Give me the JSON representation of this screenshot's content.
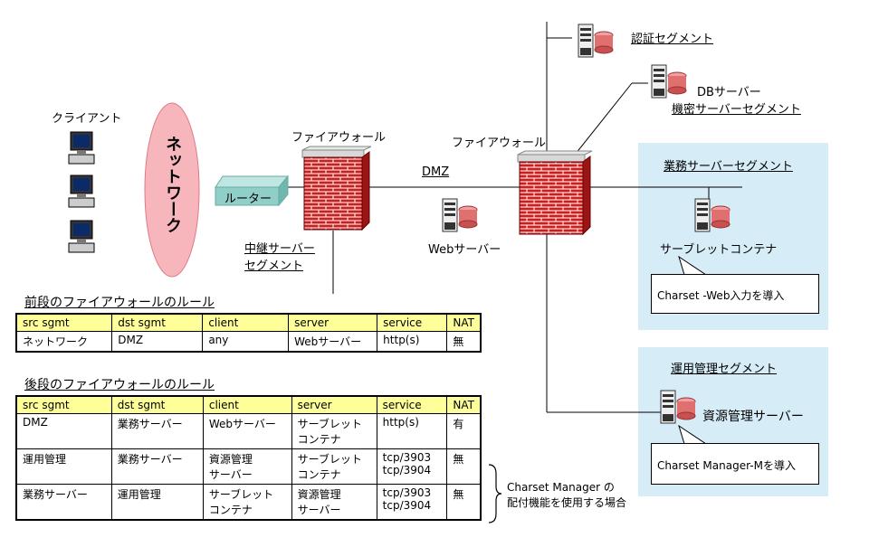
{
  "labels": {
    "client": "クライアント",
    "network": "ネットワーク",
    "router": "ルーター",
    "firewall1": "ファイアウォール",
    "firewall2": "ファイアウォール",
    "dmz": "DMZ",
    "relay_line1": "中継サーバー",
    "relay_line2": "セグメント",
    "web_server": "Webサーバー",
    "auth_segment": "認証セグメント",
    "db_line1": "DBサーバー",
    "db_line2": "機密サーバーセグメント",
    "business_segment": "業務サーバーセグメント",
    "servlet_container": "サーブレットコンテナ",
    "callout1": "Charset -Web入力を導入",
    "ops_segment": "運用管理セグメント",
    "resource_server": "資源管理サーバー",
    "callout2": "Charset Manager-Mを導入",
    "note_line1": "Charset Manager の",
    "note_line2": "配付機能を使用する場合"
  },
  "front_rules": {
    "title": "前段のファイアウォールのルール",
    "headers": [
      "src sgmt",
      "dst sgmt",
      "client",
      "server",
      "service",
      "NAT"
    ],
    "rows": [
      [
        "ネットワーク",
        "DMZ",
        "any",
        "Webサーバー",
        "http(s)",
        "無"
      ]
    ]
  },
  "back_rules": {
    "title": "後段のファイアウォールのルール",
    "headers": [
      "src sgmt",
      "dst sgmt",
      "client",
      "server",
      "service",
      "NAT"
    ],
    "rows": [
      [
        "DMZ",
        "業務サーバー",
        "Webサーバー",
        "サーブレット\nコンテナ",
        "http(s)",
        "有"
      ],
      [
        "運用管理",
        "業務サーバー",
        "資源管理\nサーバー",
        "サーブレット\nコンテナ",
        "tcp/3903\ntcp/3904",
        "無"
      ],
      [
        "業務サーバー",
        "運用管理",
        "サーブレット\nコンテナ",
        "資源管理\nサーバー",
        "tcp/3903\ntcp/3904",
        "無"
      ]
    ]
  },
  "colors": {
    "panel": "#d6ecf7",
    "header_row": "#ffff99",
    "brick": "#c8201e",
    "router": "#8fcfc8",
    "network_oval": "#f7b6bc"
  }
}
